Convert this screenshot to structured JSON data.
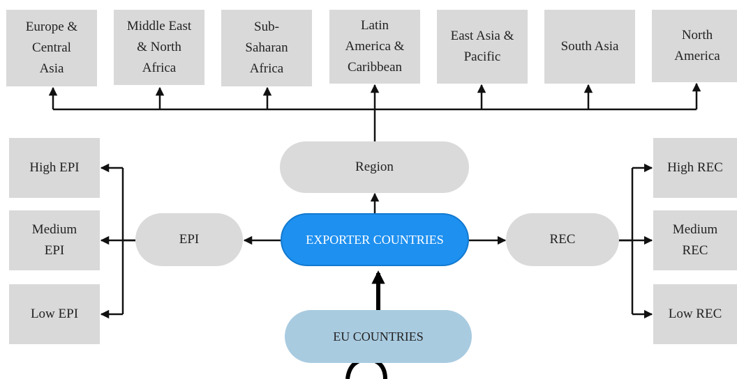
{
  "regions": [
    "Europe &\nCentral\nAsia",
    "Middle East\n& North\nAfrica",
    "Sub-\nSaharan\nAfrica",
    "Latin\nAmerica &\nCaribbean",
    "East Asia &\nPacific",
    "South Asia",
    "North\nAmerica"
  ],
  "region_node": "Region",
  "exporter_node": "EXPORTER COUNTRIES",
  "eu_node": "EU COUNTRIES",
  "epi_node": "EPI",
  "rec_node": "REC",
  "epi_levels": [
    "High EPI",
    "Medium\nEPI",
    "Low EPI"
  ],
  "rec_levels": [
    "High REC",
    "Medium\nREC",
    "Low REC"
  ],
  "colors": {
    "box": "#d9d9d9",
    "exporter": "#1e90f0",
    "eu": "#a9cbe0"
  }
}
